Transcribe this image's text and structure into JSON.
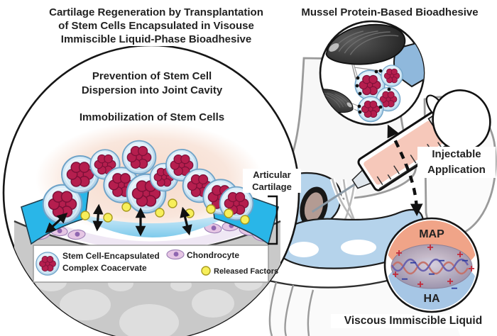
{
  "colors": {
    "stem_cell": "#b51e4e",
    "coacervate_rim": "#6fa3c8",
    "factor_yellow": "#f7ef5a",
    "adhesive_cyan": "#29b6e8",
    "chondrocyte_pink": "#e6c6e4",
    "joint_blue": "#b5d3eb",
    "cartilage_gray": "#c9c9c9",
    "syringe_fluid": "#f6c8ba",
    "map_salmon": "#f0a488",
    "ha_blue": "#a6c6e5",
    "plus_red": "#c22a3a",
    "minus_navy": "#2b3a9e"
  },
  "left_panel": {
    "title_lines": [
      "Cartilage Regeneration by Transplantation",
      "of Stem Cells Encapsulated in Visouse",
      "Immiscible Liquid-Phase Bioadhesive"
    ],
    "benefit1_lines": [
      "Prevention of Stem Cell",
      "Dispersion into Joint Cavity"
    ],
    "benefit2": "Immobilization of Stem Cells",
    "articular_lines": [
      "Articular",
      "Cartilage"
    ],
    "legend": {
      "coacervate_lines": [
        "Stem Cell-Encapsulated",
        "Complex Coacervate"
      ],
      "chondrocyte": "Chondrocyte",
      "released_factors": "Released Factors"
    }
  },
  "right_panel": {
    "title": "Mussel Protein-Based Bioadhesive",
    "injectable_lines": [
      "Injectable",
      "Application"
    ],
    "map_label": "MAP",
    "ha_label": "HA",
    "bottom_label": "Viscous Immiscible Liquid",
    "plus_symbol": "+",
    "minus_symbol": "−"
  }
}
